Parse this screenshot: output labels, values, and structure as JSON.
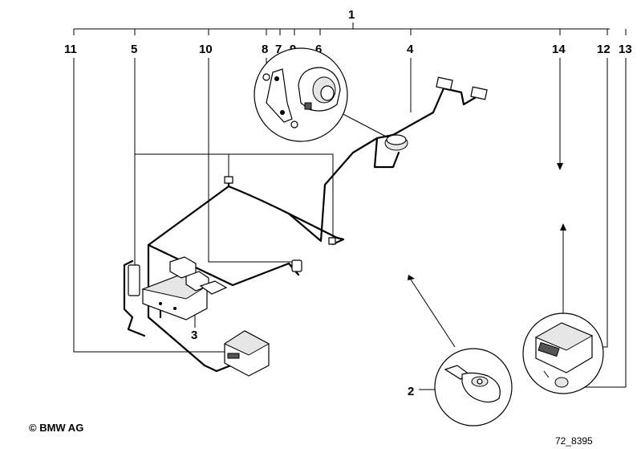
{
  "callouts": {
    "c1": "1",
    "c2": "2",
    "c3": "3",
    "c4": "4",
    "c5": "5",
    "c6": "6",
    "c7": "7",
    "c8": "8",
    "c9": "9",
    "c10": "10",
    "c11": "11",
    "c12": "12",
    "c13": "13",
    "c14": "14"
  },
  "footer": {
    "copyright": "© BMW AG",
    "drawing_id": "72_8395"
  }
}
